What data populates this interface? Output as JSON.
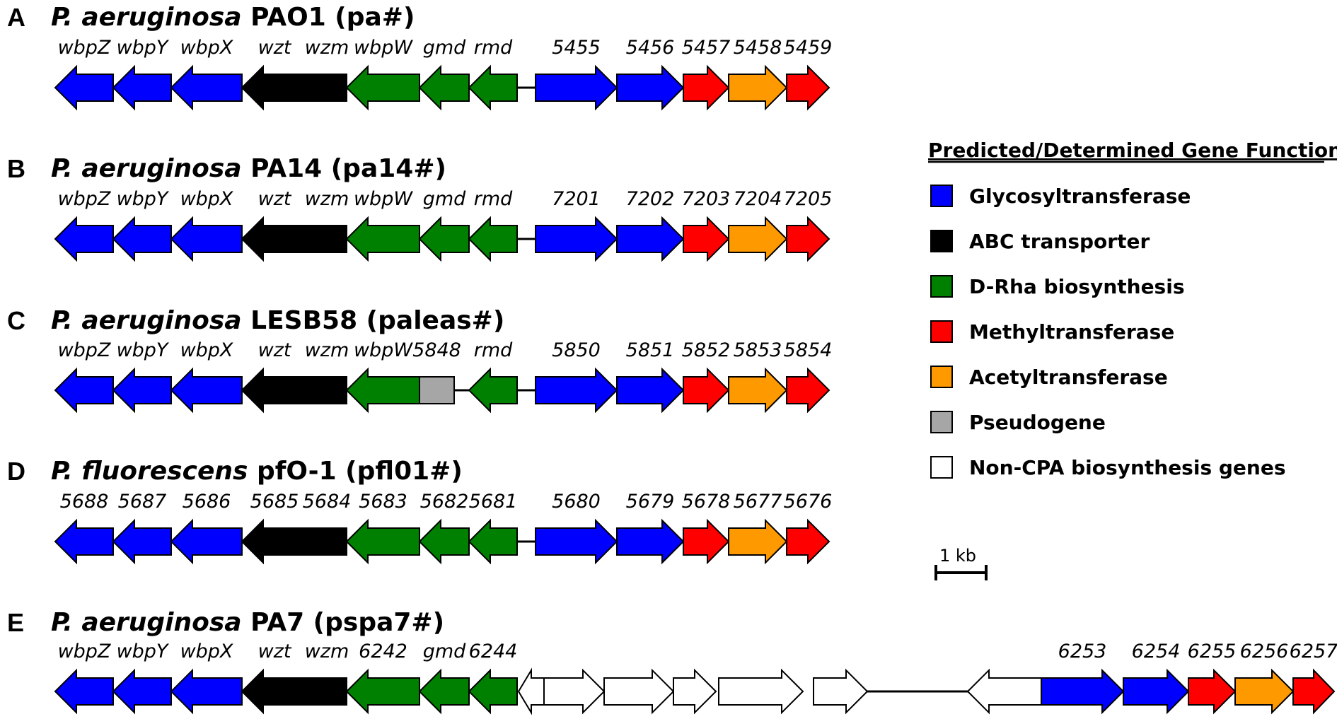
{
  "colors": {
    "glycosyltransferase": "#0000ff",
    "abc": "#000000",
    "drha": "#008000",
    "methyl": "#ff0000",
    "acetyl": "#ff9900",
    "pseudo": "#a6a6a6",
    "noncpa": "#ffffff"
  },
  "panels": [
    {
      "letter": "A",
      "species": "P. aeruginosa",
      "strain": "PAO1 (pa#)",
      "genes": [
        {
          "label": "wbpZ",
          "italic": true,
          "func": "glycosyltransferase",
          "dir": "left"
        },
        {
          "label": "wbpY",
          "italic": true,
          "func": "glycosyltransferase",
          "dir": "left"
        },
        {
          "label": "wbpX",
          "italic": true,
          "func": "glycosyltransferase",
          "dir": "left"
        },
        {
          "label": "wzt",
          "italic": true,
          "func": "abc",
          "dir": "left"
        },
        {
          "label": "wzm",
          "italic": true,
          "func": "abc",
          "dir": "none"
        },
        {
          "label": "wbpW",
          "italic": true,
          "func": "drha",
          "dir": "left"
        },
        {
          "label": "gmd",
          "italic": true,
          "func": "drha",
          "dir": "left"
        },
        {
          "label": "rmd",
          "italic": true,
          "func": "drha",
          "dir": "left"
        },
        {
          "label": "5455",
          "italic": true,
          "func": "glycosyltransferase",
          "dir": "right"
        },
        {
          "label": "5456",
          "italic": true,
          "func": "glycosyltransferase",
          "dir": "right"
        },
        {
          "label": "5457",
          "italic": true,
          "func": "methyl",
          "dir": "right"
        },
        {
          "label": "5458",
          "italic": true,
          "func": "acetyl",
          "dir": "right"
        },
        {
          "label": "5459",
          "italic": true,
          "func": "methyl",
          "dir": "right"
        }
      ]
    },
    {
      "letter": "B",
      "species": "P. aeruginosa",
      "strain": "PA14 (pa14#)",
      "genes": [
        {
          "label": "wbpZ",
          "func": "glycosyltransferase",
          "dir": "left"
        },
        {
          "label": "wbpY",
          "func": "glycosyltransferase",
          "dir": "left"
        },
        {
          "label": "wbpX",
          "func": "glycosyltransferase",
          "dir": "left"
        },
        {
          "label": "wzt",
          "func": "abc",
          "dir": "left"
        },
        {
          "label": "wzm",
          "func": "abc",
          "dir": "none"
        },
        {
          "label": "wbpW",
          "func": "drha",
          "dir": "left"
        },
        {
          "label": "gmd",
          "func": "drha",
          "dir": "left"
        },
        {
          "label": "rmd",
          "func": "drha",
          "dir": "left"
        },
        {
          "label": "7201",
          "func": "glycosyltransferase",
          "dir": "right"
        },
        {
          "label": "7202",
          "func": "glycosyltransferase",
          "dir": "right"
        },
        {
          "label": "7203",
          "func": "methyl",
          "dir": "right"
        },
        {
          "label": "7204",
          "func": "acetyl",
          "dir": "right"
        },
        {
          "label": "7205",
          "func": "methyl",
          "dir": "right"
        }
      ]
    },
    {
      "letter": "C",
      "species": "P. aeruginosa",
      "strain": "LESB58 (paleas#)",
      "genes": [
        {
          "label": "wbpZ",
          "func": "glycosyltransferase",
          "dir": "left"
        },
        {
          "label": "wbpY",
          "func": "glycosyltransferase",
          "dir": "left"
        },
        {
          "label": "wbpX",
          "func": "glycosyltransferase",
          "dir": "left"
        },
        {
          "label": "wzt",
          "func": "abc",
          "dir": "left"
        },
        {
          "label": "wzm",
          "func": "abc",
          "dir": "none"
        },
        {
          "label": "wbpW",
          "func": "drha",
          "dir": "left"
        },
        {
          "label": "5848",
          "func": "pseudo",
          "dir": "none"
        },
        {
          "label": "rmd",
          "func": "drha",
          "dir": "left"
        },
        {
          "label": "5850",
          "func": "glycosyltransferase",
          "dir": "right"
        },
        {
          "label": "5851",
          "func": "glycosyltransferase",
          "dir": "right"
        },
        {
          "label": "5852",
          "func": "methyl",
          "dir": "right"
        },
        {
          "label": "5853",
          "func": "acetyl",
          "dir": "right"
        },
        {
          "label": "5854",
          "func": "methyl",
          "dir": "right"
        }
      ]
    },
    {
      "letter": "D",
      "species": "P. fluorescens",
      "strain": "pfO-1 (pfl01#)",
      "genes": [
        {
          "label": "5688",
          "func": "glycosyltransferase",
          "dir": "left"
        },
        {
          "label": "5687",
          "func": "glycosyltransferase",
          "dir": "left"
        },
        {
          "label": "5686",
          "func": "glycosyltransferase",
          "dir": "left"
        },
        {
          "label": "5685",
          "func": "abc",
          "dir": "left"
        },
        {
          "label": "5684",
          "func": "abc",
          "dir": "none"
        },
        {
          "label": "5683",
          "func": "drha",
          "dir": "left"
        },
        {
          "label": "5682",
          "func": "drha",
          "dir": "left"
        },
        {
          "label": "5681",
          "func": "drha",
          "dir": "left"
        },
        {
          "label": "5680",
          "func": "glycosyltransferase",
          "dir": "right"
        },
        {
          "label": "5679",
          "func": "glycosyltransferase",
          "dir": "right"
        },
        {
          "label": "5678",
          "func": "methyl",
          "dir": "right"
        },
        {
          "label": "5677",
          "func": "acetyl",
          "dir": "right"
        },
        {
          "label": "5676",
          "func": "methyl",
          "dir": "right"
        }
      ]
    },
    {
      "letter": "E",
      "species": "P. aeruginosa",
      "strain": "PA7 (pspa7#)",
      "genes": [
        {
          "label": "wbpZ",
          "func": "glycosyltransferase",
          "dir": "left"
        },
        {
          "label": "wbpY",
          "func": "glycosyltransferase",
          "dir": "left"
        },
        {
          "label": "wbpX",
          "func": "glycosyltransferase",
          "dir": "left"
        },
        {
          "label": "wzt",
          "func": "abc",
          "dir": "left"
        },
        {
          "label": "wzm",
          "func": "abc",
          "dir": "none"
        },
        {
          "label": "6242",
          "func": "drha",
          "dir": "left"
        },
        {
          "label": "gmd",
          "func": "drha",
          "dir": "left"
        },
        {
          "label": "6244",
          "func": "drha",
          "dir": "left"
        },
        {
          "label": "",
          "func": "noncpa",
          "dir": "left"
        },
        {
          "label": "",
          "func": "noncpa",
          "dir": "right"
        },
        {
          "label": "",
          "func": "noncpa",
          "dir": "right"
        },
        {
          "label": "",
          "func": "noncpa",
          "dir": "right"
        },
        {
          "label": "",
          "func": "noncpa",
          "dir": "right"
        },
        {
          "label": "",
          "func": "noncpa",
          "dir": "right"
        },
        {
          "label": "",
          "func": "noncpa",
          "dir": "left"
        },
        {
          "label": "6253",
          "func": "glycosyltransferase",
          "dir": "right"
        },
        {
          "label": "6254",
          "func": "glycosyltransferase",
          "dir": "right"
        },
        {
          "label": "6255",
          "func": "methyl",
          "dir": "right"
        },
        {
          "label": "6256",
          "func": "acetyl",
          "dir": "right"
        },
        {
          "label": "6257",
          "func": "methyl",
          "dir": "right"
        }
      ]
    }
  ],
  "legend": {
    "title": "Predicted/Determined Gene Function",
    "items": [
      {
        "func": "glycosyltransferase",
        "label": "Glycosyltransferase"
      },
      {
        "func": "abc",
        "label": "ABC transporter"
      },
      {
        "func": "drha",
        "label": "D-Rha biosynthesis"
      },
      {
        "func": "methyl",
        "label": "Methyltransferase"
      },
      {
        "func": "acetyl",
        "label": "Acetyltransferase"
      },
      {
        "func": "pseudo",
        "label": "Pseudogene"
      },
      {
        "func": "noncpa",
        "label": "Non-CPA biosynthesis genes"
      }
    ]
  },
  "scale_bar": {
    "label": "1 kb"
  }
}
